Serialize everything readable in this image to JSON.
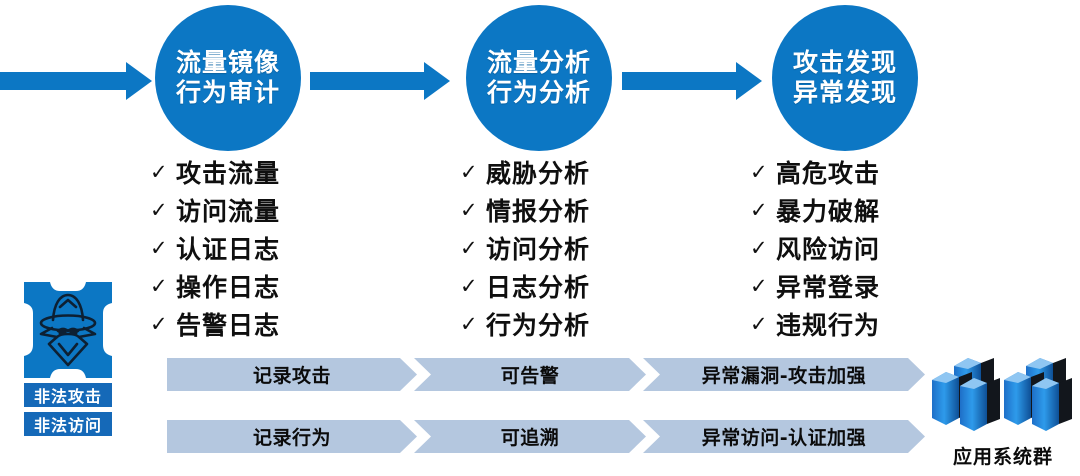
{
  "diagram": {
    "title": "Security traffic analysis flow",
    "colors": {
      "primary_blue": "#0C77C4",
      "badge_blue": "#1569B8",
      "band_blue": "#B4C7DF",
      "text_dark": "#0F0F0F",
      "text_white": "#FFFFFF"
    },
    "stages": [
      {
        "circle_line1": "流量镜像",
        "circle_line2": "行为审计",
        "items": [
          "攻击流量",
          "访问流量",
          "认证日志",
          "操作日志",
          "告警日志"
        ]
      },
      {
        "circle_line1": "流量分析",
        "circle_line2": "行为分析",
        "items": [
          "威胁分析",
          "情报分析",
          "访问分析",
          "日志分析",
          "行为分析"
        ]
      },
      {
        "circle_line1": "攻击发现",
        "circle_line2": "异常发现",
        "items": [
          "高危攻击",
          "暴力破解",
          "风险访问",
          "异常登录",
          "违规行为"
        ]
      }
    ],
    "bands": [
      {
        "name": "attack-band",
        "steps": [
          "记录攻击",
          "可告警",
          "异常漏洞-攻击加强"
        ]
      },
      {
        "name": "behavior-band",
        "steps": [
          "记录行为",
          "可追溯",
          "异常访问-认证加强"
        ]
      }
    ],
    "source": {
      "icon": "hacker-icon",
      "tags": [
        "非法攻击",
        "非法访问"
      ]
    },
    "target": {
      "icon": "server-group-icon",
      "label": "应用系统群"
    },
    "check_glyph": "✓"
  }
}
